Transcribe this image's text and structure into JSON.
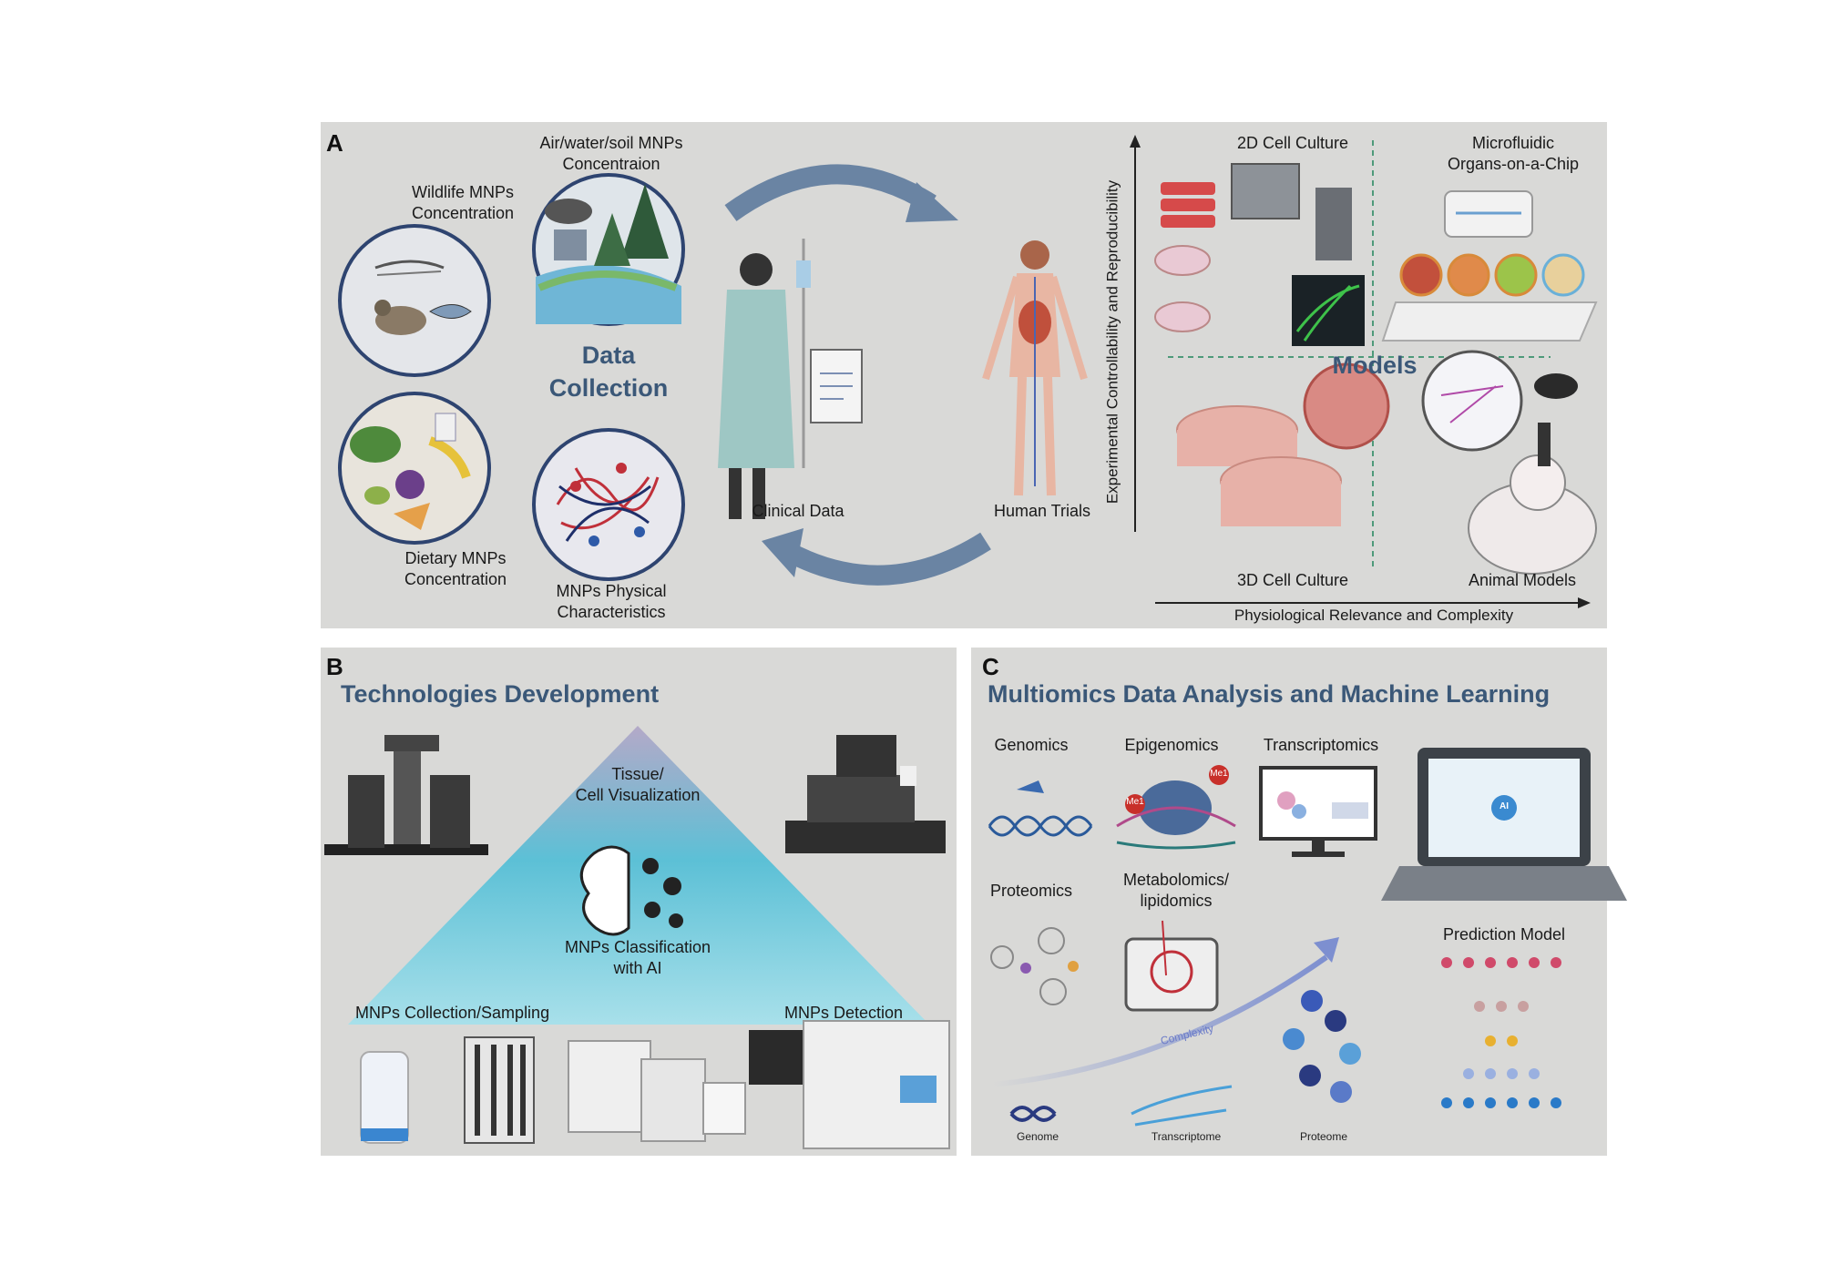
{
  "panel_a": {
    "label": "A",
    "data_collection": {
      "title": "Data\nCollection",
      "items": [
        {
          "id": "wildlife",
          "label": "Wildlife MNPs\nConcentration"
        },
        {
          "id": "environment",
          "label": "Air/water/soil MNPs\nConcentraion"
        },
        {
          "id": "dietary",
          "label": "Dietary MNPs\nConcentration"
        },
        {
          "id": "physical",
          "label": "MNPs Physical\nCharacteristics"
        }
      ]
    },
    "cycle": {
      "clinical_label": "Clinical Data",
      "human_label": "Human Trials"
    },
    "models": {
      "title": "Models",
      "y_axis_label": "Experimental Controllability and Reproducibility",
      "x_axis_label": "Physiological Relevance and Complexity",
      "quadrants": {
        "top_left": "2D Cell Culture",
        "top_right": "Microfluidic\nOrgans-on-a-Chip",
        "bottom_left": "3D Cell Culture",
        "bottom_right": "Animal Models"
      }
    }
  },
  "panel_b": {
    "label": "B",
    "title": "Technologies Development",
    "pyramid_top": "Tissue/\nCell Visualization",
    "pyramid_middle": "MNPs Classification\nwith AI",
    "bottom_left": "MNPs Collection/Sampling",
    "bottom_right": "MNPs Detection"
  },
  "panel_c": {
    "label": "C",
    "title": "Multiomics Data Analysis and Machine Learning",
    "omics": {
      "genomics": "Genomics",
      "epigenomics": "Epigenomics",
      "transcriptomics": "Transcriptomics",
      "proteomics": "Proteomics",
      "metabolomics": "Metabolomics/\nlipidomics"
    },
    "me1_label": "Me1",
    "ai_label": "AI",
    "prediction_model": "Prediction Model",
    "complexity_label": "Complexity",
    "bottom_labels": {
      "genome": "Genome",
      "transcriptome": "Transcriptome",
      "proteome": "Proteome"
    }
  },
  "colors": {
    "panel_bg": "#d9d9d7",
    "title_blue": "#3b5878",
    "circle_ring": "#2e4470",
    "arrow_blue": "#6a84a3"
  }
}
